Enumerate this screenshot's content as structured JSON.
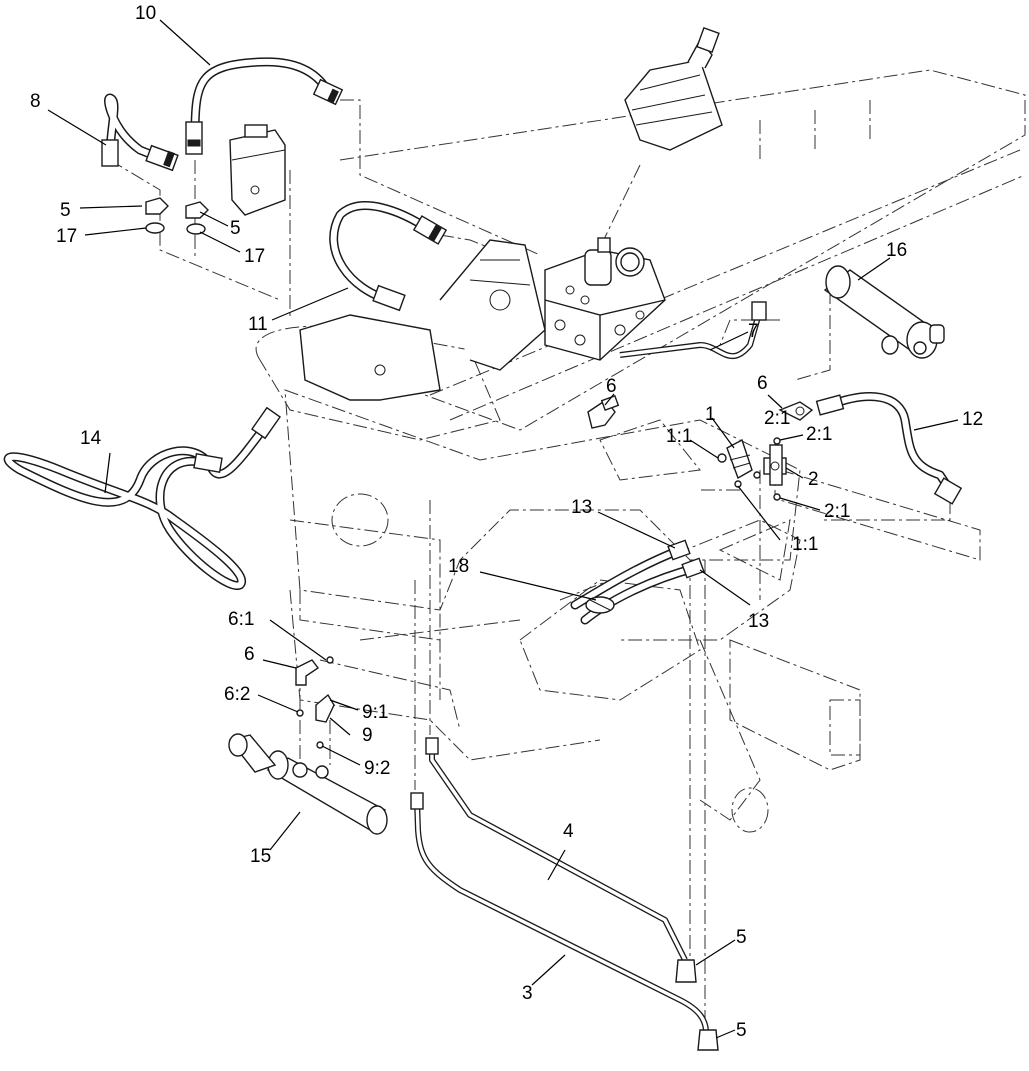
{
  "callouts": {
    "c1": "1",
    "c1_1a": "1:1",
    "c1_1b": "1:1",
    "c2": "2",
    "c2_1a": "2:1",
    "c2_1b": "2:1",
    "c2_1c": "2:1",
    "c3": "3",
    "c4": "4",
    "c5a": "5",
    "c5b": "5",
    "c5c": "5",
    "c5d": "5",
    "c6a": "6",
    "c6b": "6",
    "c6c": "6",
    "c6_1": "6:1",
    "c6_2": "6:2",
    "c7": "7",
    "c8": "8",
    "c9": "9",
    "c9_1": "9:1",
    "c9_2": "9:2",
    "c10": "10",
    "c11": "11",
    "c12": "12",
    "c13a": "13",
    "c13b": "13",
    "c14": "14",
    "c15": "15",
    "c16": "16",
    "c17a": "17",
    "c17b": "17",
    "c18": "18"
  },
  "colors": {
    "line": "#1a1a1a",
    "background": "#ffffff"
  }
}
